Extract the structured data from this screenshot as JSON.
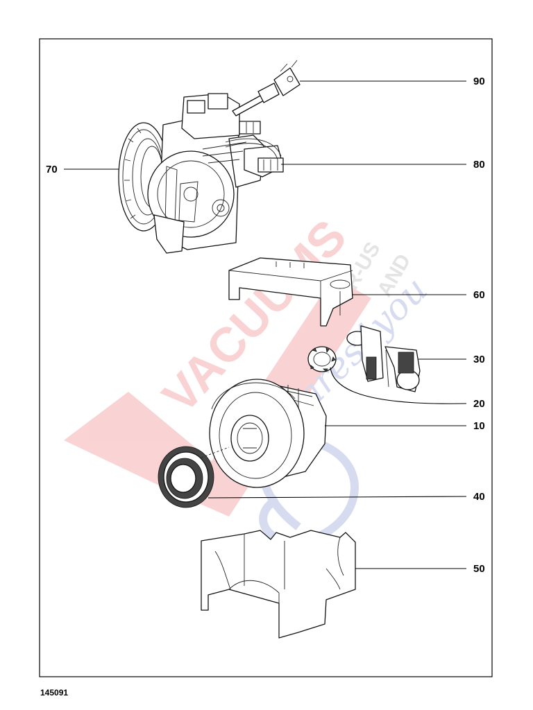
{
  "callouts": [
    {
      "id": "90",
      "label": "90"
    },
    {
      "id": "80",
      "label": "80"
    },
    {
      "id": "70",
      "label": "70"
    },
    {
      "id": "60",
      "label": "60"
    },
    {
      "id": "30",
      "label": "30"
    },
    {
      "id": "20",
      "label": "20"
    },
    {
      "id": "10",
      "label": "10"
    },
    {
      "id": "40",
      "label": "40"
    },
    {
      "id": "50",
      "label": "50"
    }
  ],
  "drawing_number": "145091",
  "watermark": {
    "brand": "VACUUMS",
    "side_text_1": "R-US",
    "side_text_2": "AND",
    "script_text": "Spares4you",
    "colors": {
      "red": "#e83a3a",
      "grey": "#888888",
      "blue": "#4a5fbf"
    }
  }
}
